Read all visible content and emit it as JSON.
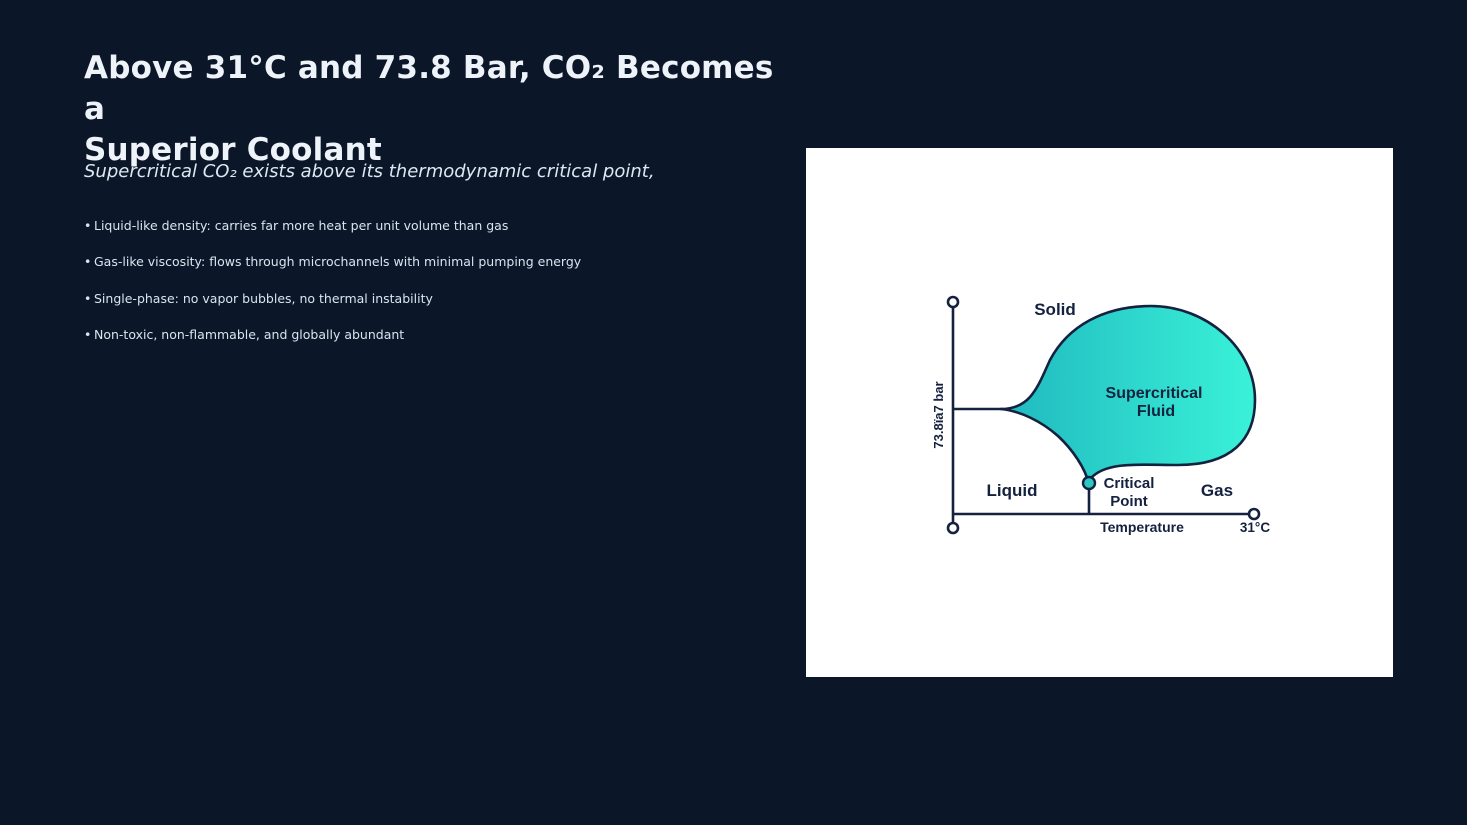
{
  "slide": {
    "title_line1": "Above 31°C and 73.8 Bar, CO₂ Becomes a",
    "title_line2": "Superior Coolant",
    "subtitle": "Supercritical CO₂ exists above its thermodynamic critical point,",
    "bullet_char": "•",
    "bullets": [
      "Liquid-like density: carries far more heat per unit volume than gas",
      "Gas-like viscosity: flows through microchannels with minimal pumping energy",
      "Single-phase: no vapor bubbles, no thermal instability",
      "Non-toxic, non-flammable, and globally abundant"
    ]
  },
  "diagram": {
    "labels": {
      "solid": "Solid",
      "liquid": "Liquid",
      "gas": "Gas",
      "supercritical_line1": "Supercritical",
      "supercritical_line2": "Fluid",
      "critical_line1": "Critical",
      "critical_line2": "Point",
      "x_axis": "Temperature",
      "x_tick": "31°C",
      "y_tick": "73.8ïa7 bar"
    },
    "colors": {
      "fluid_start": "#20b9bf",
      "fluid_end": "#3af2d8",
      "line": "#14213f",
      "background": "#ffffff"
    }
  }
}
